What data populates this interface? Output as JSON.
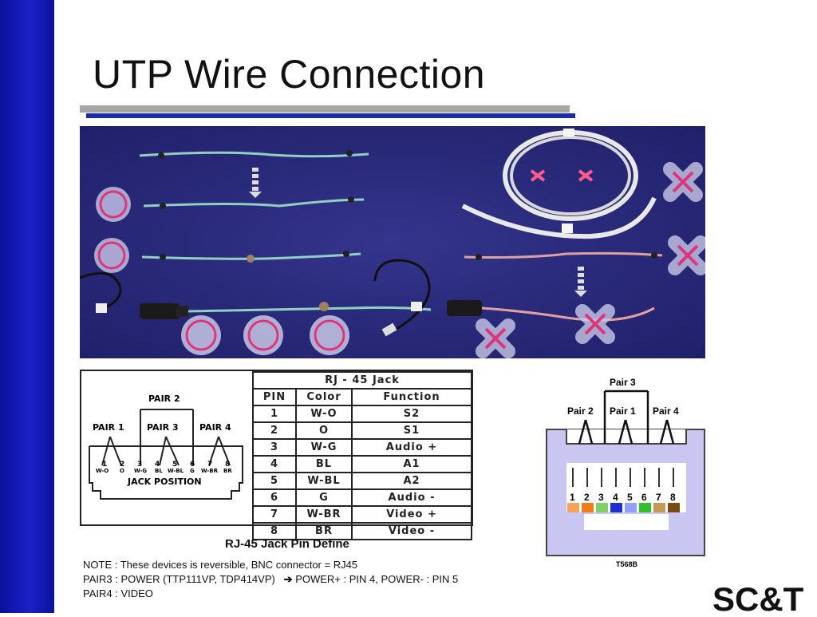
{
  "slide": {
    "title": "UTP Wire Connection",
    "accent_color": "#1a22c9"
  },
  "pin_table": {
    "caption": "RJ - 45 Jack",
    "headers": [
      "PIN",
      "Color",
      "Function"
    ],
    "rows": [
      {
        "pin": "1",
        "color": "W-O",
        "function": "S2"
      },
      {
        "pin": "2",
        "color": "O",
        "function": "S1"
      },
      {
        "pin": "3",
        "color": "W-G",
        "function": "Audio +"
      },
      {
        "pin": "4",
        "color": "BL",
        "function": "A1"
      },
      {
        "pin": "5",
        "color": "W-BL",
        "function": "A2"
      },
      {
        "pin": "6",
        "color": "G",
        "function": "Audio -"
      },
      {
        "pin": "7",
        "color": "W-BR",
        "function": "Video +"
      },
      {
        "pin": "8",
        "color": "BR",
        "function": "Video -"
      }
    ]
  },
  "jack_diagram": {
    "pair1": "PAIR 1",
    "pair2": "PAIR 2",
    "pair3": "PAIR 3",
    "pair4": "PAIR 4",
    "pin_numbers": [
      "1",
      "2",
      "3",
      "4",
      "5",
      "6",
      "7",
      "8"
    ],
    "pin_colors": [
      "W-O",
      "O",
      "W-G",
      "BL",
      "W-BL",
      "G",
      "W-BR",
      "BR"
    ],
    "position_label": "JACK POSITION"
  },
  "figure_caption": "RJ-45 Jack Pin Define",
  "notes": {
    "line1": "NOTE : These devices is reversible, BNC connector = RJ45",
    "line2_left": "PAIR3 : POWER (TTP111VP, TDP414VP)",
    "line2_arrow": "➔",
    "line2_right": "POWER+ : PIN 4, POWER- : PIN 5",
    "line3": "PAIR4 : VIDEO"
  },
  "t568b": {
    "pair3": "Pair 3",
    "pair2": "Pair 2",
    "pair1": "Pair 1",
    "pair4": "Pair 4",
    "pins": [
      "1",
      "2",
      "3",
      "4",
      "5",
      "6",
      "7",
      "8"
    ],
    "label": "T568B",
    "wire_colors": [
      "#f3a45a",
      "#f07d1a",
      "#7fd06a",
      "#1f2fd0",
      "#8fa0ff",
      "#2fbf2f",
      "#c49a5a",
      "#7a4a14"
    ]
  },
  "logo": {
    "text": "SC&T"
  }
}
